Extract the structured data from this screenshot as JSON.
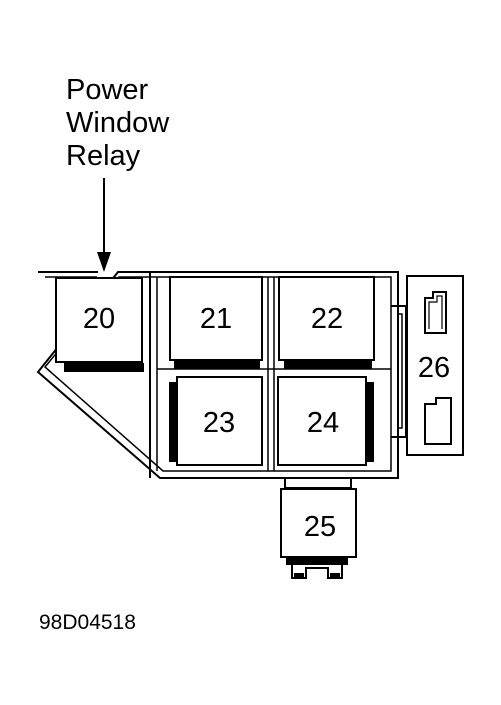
{
  "callout": {
    "lines": [
      "Power",
      "Window",
      "Relay"
    ]
  },
  "relays": {
    "r20": "20",
    "r21": "21",
    "r22": "22",
    "r23": "23",
    "r24": "24",
    "r25": "25",
    "r26": "26"
  },
  "part_number": "98D04518"
}
